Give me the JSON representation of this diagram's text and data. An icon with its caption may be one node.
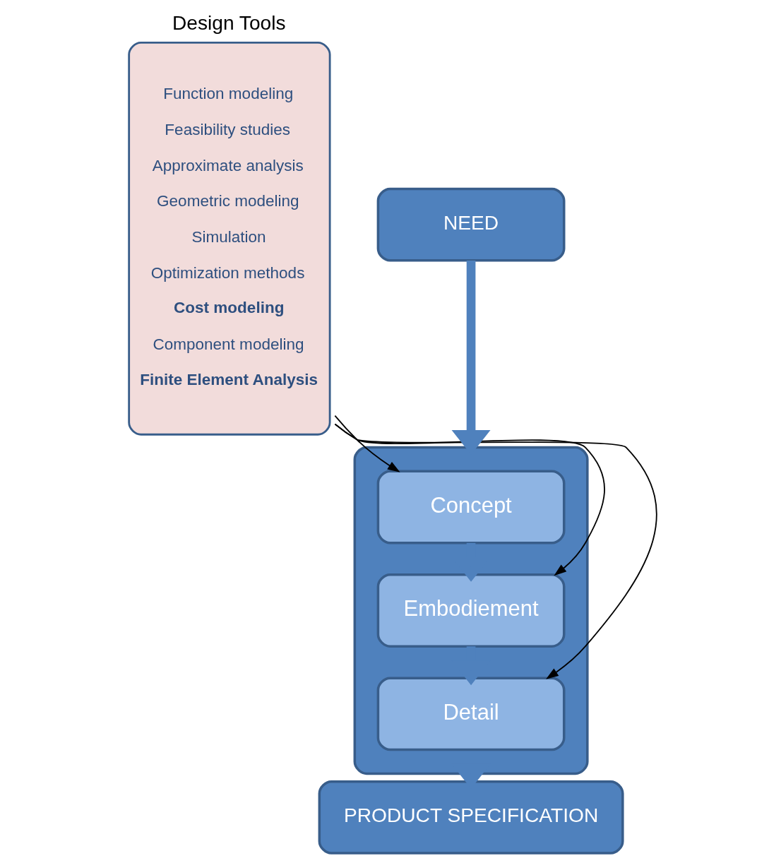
{
  "diagram": {
    "nodes": [
      {
        "text": [
          "Design Tools",
          "Function modeling",
          "Feasibility studies",
          "Approximate analysis",
          "Geometric modeling",
          "Simulation",
          "Optimization methods",
          "Cost modeling",
          "Component modeling",
          "Finite Element Analysis"
        ]
      },
      {
        "text": [
          "NEED"
        ]
      },
      {
        "text": [],
        "shape": "box"
      },
      {
        "text": [
          "Concept"
        ],
        "in": 2
      },
      {
        "text": [
          "Embodiement"
        ],
        "in": 2
      },
      {
        "text": [
          "Detail"
        ],
        "in": 2
      },
      {
        "text": [
          "PRODUCT SPECIFICATION"
        ]
      }
    ],
    "edges": [
      {
        "from": 1,
        "to": 2,
        "arrow": "to",
        "style": "thick"
      },
      {
        "from": 0,
        "to": 3,
        "arrow": "to",
        "color": "#000000"
      },
      {
        "from": 3,
        "to": 4,
        "arrow": "to",
        "style": "thick"
      },
      {
        "from": 0,
        "to": 4,
        "arrow": "to",
        "color": "#000000"
      },
      {
        "from": 4,
        "to": 5,
        "arrow": "to",
        "style": "thick"
      },
      {
        "from": 0,
        "to": 5,
        "arrow": "to",
        "color": "#000000"
      },
      {
        "from": 2,
        "to": 6,
        "arrow": "to",
        "style": "thick"
      }
    ]
  }
}
